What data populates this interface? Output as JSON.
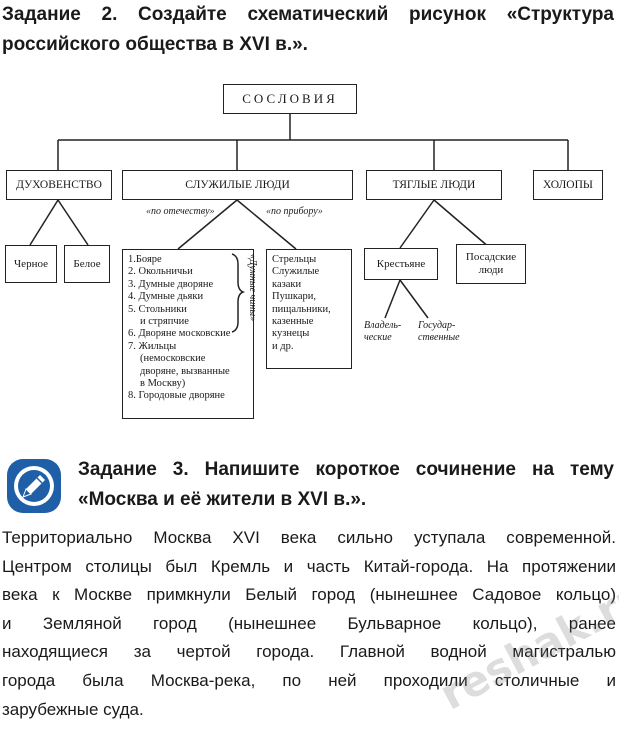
{
  "task2": {
    "line1": "Задание 2. Создайте схематический рисунок «Структура",
    "line2": "российского общества в XVI в.»."
  },
  "diagram": {
    "root": "СОСЛОВИЯ",
    "clergy": "ДУХОВЕНСТВО",
    "serving": "СЛУЖИЛЫЕ ЛЮДИ",
    "taxable": "ТЯГЛЫЕ ЛЮДИ",
    "serfs": "ХОЛОПЫ",
    "black": "Черное",
    "white": "Белое",
    "by_fatherland": "«по отечеству»",
    "by_instrument": "«по прибору»",
    "duma_ranks": "«Думные чины»",
    "fatherland_list": [
      "1.Бояре",
      "2. Окольничьи",
      "3. Думные дворяне",
      "4. Думные дьяки",
      "5. Стольники",
      "    и стряпчие",
      "6. Дворяне московские",
      "7. Жильцы",
      "    (немосковские",
      "    дворяне, вызванные",
      "    в Москву)",
      "8. Городовые дворяне"
    ],
    "instrument_list": [
      "Стрельцы",
      "Служилые",
      "казаки",
      "Пушкари,",
      "пищальники,",
      "казенные",
      "кузнецы",
      "и др."
    ],
    "peasants": "Крестьяне",
    "townspeople_1": "Посадские",
    "townspeople_2": "люди",
    "owners_1": "Владель-",
    "owners_2": "ческие",
    "state_1": "Государ-",
    "state_2": "ственные"
  },
  "task3": {
    "line1": "Задание 3. Напишите короткое сочинение на тему",
    "line2": "«Москва и её жители в XVI в.»."
  },
  "essay": [
    "Территориально Москва XVI века сильно уступала современной.",
    "Центром столицы был Кремль и часть Китай-города. На протяжении",
    "века к Москве примкнули Белый город (нынешнее Садовое кольцо)",
    "и Земляной город (нынешнее Бульварное кольцо), ранее",
    "находящиеся за чертой города. Главной водной магистралью",
    "города была Москва-река, по ней проходили столичные и",
    "зарубежные суда."
  ],
  "watermark": "reshak.ru",
  "icon": "pen-edit-icon",
  "colors": {
    "icon_blue": "#1f5fa8",
    "text": "#1a1a1a"
  }
}
